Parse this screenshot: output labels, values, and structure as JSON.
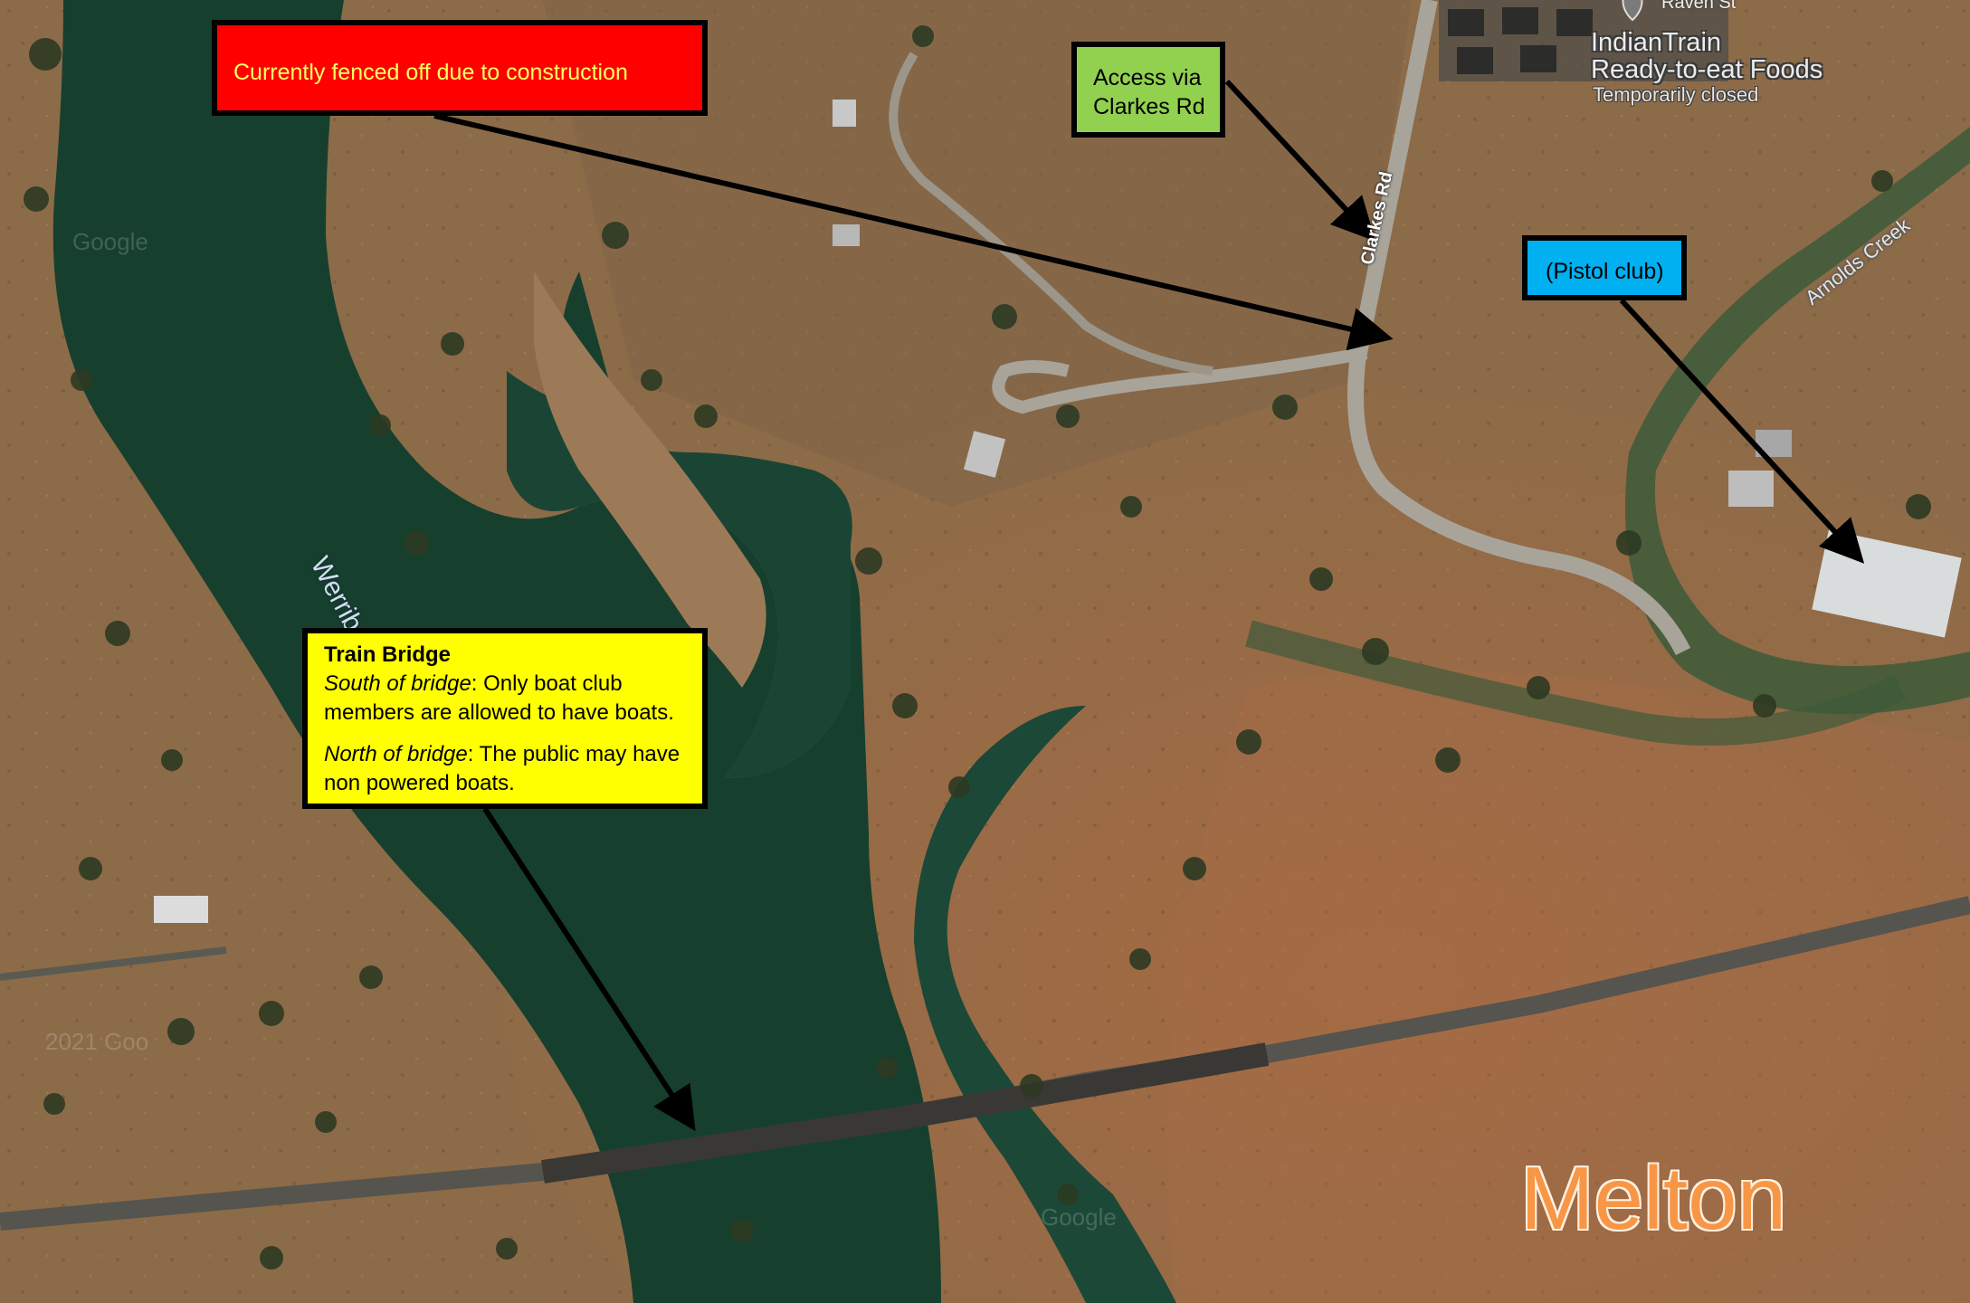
{
  "callouts": {
    "construction": "Currently fenced off due to construction",
    "access_line1": "Access via",
    "access_line2": "Clarkes Rd",
    "pistol": "(Pistol club)",
    "bridge_title": "Train Bridge",
    "south_label": "South of bridge",
    "south_text": ": Only boat club members are allowed to have boats.",
    "north_label": "North of bridge",
    "north_text": ": The public may have non powered boats."
  },
  "map_labels": {
    "road_clarkes": "Clarkes Rd",
    "road_c": "C",
    "street_raven": "Raven St",
    "poi_name_line1": "IndianTrain",
    "poi_name_line2": "Ready-to-eat Foods",
    "poi_status": "Temporarily closed",
    "creek": "Arnolds Creek",
    "river": "Werrib",
    "town": "Melton",
    "watermark_1": "Google",
    "watermark_2": "2021 Goo",
    "watermark_3": "Google"
  },
  "colors": {
    "construction_box": "#ff0000",
    "construction_text": "#ffff66",
    "access_box": "#92d050",
    "pistol_box": "#00b0f0",
    "bridge_box": "#ffff00",
    "town_label": "#f79646",
    "water": "#163f2e",
    "land": "#8c6b49"
  }
}
